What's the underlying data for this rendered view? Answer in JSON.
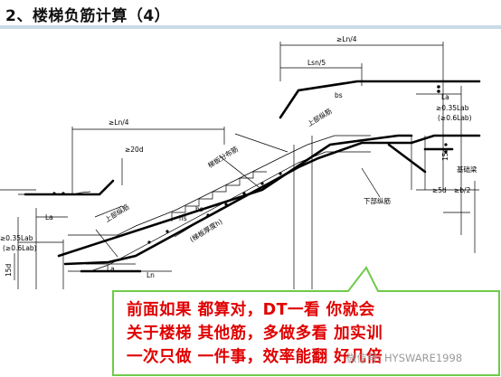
{
  "title": "2、楼梯负筋计算（4）",
  "labels": {
    "top_ln4": "≥Ln/4",
    "ln_ratio": "Lsn/5",
    "left_ln4": "≥Ln/4",
    "ge20d": "≥20d",
    "la_left": "La",
    "la_right": "La",
    "dim_035_left": "≥0.35Lab",
    "dim_06_left": "(≥0.6Lab)",
    "dim_035_right": "≥0.35Lab",
    "dim_06_right": "(≥0.6Lab)",
    "d15_left": "15d",
    "d15_right": "15d",
    "bs_mid": "bs",
    "bs_top": "bs",
    "hs": "hs",
    "upper_rebar_left": "上部纵筋",
    "upper_rebar_right": "上部纵筋",
    "lower_rebar": "下部纵筋",
    "distribution": "梯板分布筋",
    "thickness": "(梯板厚度h)",
    "ln_bottom_left": "La",
    "ln_bottom_right": "Ln",
    "foundation": "基础梁",
    "ge5d": "≥5d",
    "ge_b2": "≥b/2"
  },
  "callout": {
    "line1": "前面如果  都算对，DT一看    你就会",
    "line2": "关于楼梯  其他筋，多做多看  加实训",
    "line3": "一次只做  一件事，效率能翻  好几倍"
  },
  "watermark": "微信号: HYSWARE1998",
  "colors": {
    "callout_text": "#e00000",
    "callout_border": "#6ecb4a",
    "title_bar": "#c8dbe7"
  }
}
